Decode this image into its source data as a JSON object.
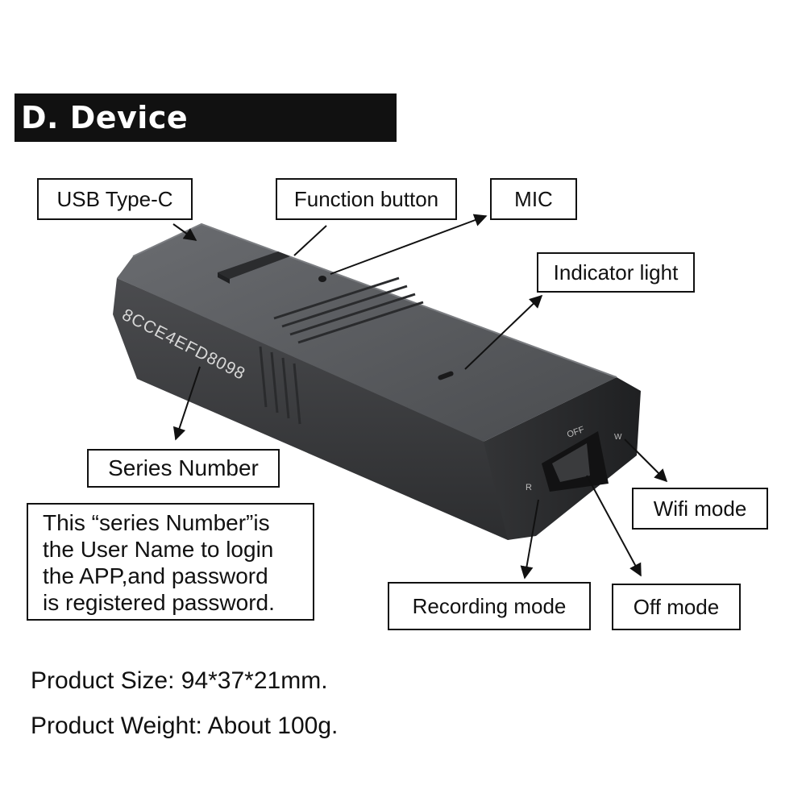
{
  "title": "D. Device Description",
  "labels": {
    "usb": "USB Type-C",
    "function_button": "Function button",
    "mic": "MIC",
    "indicator": "Indicator light",
    "series": "Series Number",
    "wifi": "Wifi mode",
    "recording": "Recording mode",
    "off": "Off mode"
  },
  "device": {
    "serial": "8CCE4EFD8098",
    "switch_off": "OFF",
    "switch_r": "R",
    "switch_w": "W"
  },
  "note": {
    "lines": [
      "This “series Number”is",
      "the User Name to login",
      "the APP,and password",
      "is registered password."
    ]
  },
  "specs": {
    "size": "Product Size: 94*37*21mm.",
    "weight": "Product Weight: About 100g."
  },
  "colors": {
    "device_body": "#3d3e40",
    "device_top": "#56585b",
    "label_border": "#111111",
    "title_bg": "#111111"
  }
}
